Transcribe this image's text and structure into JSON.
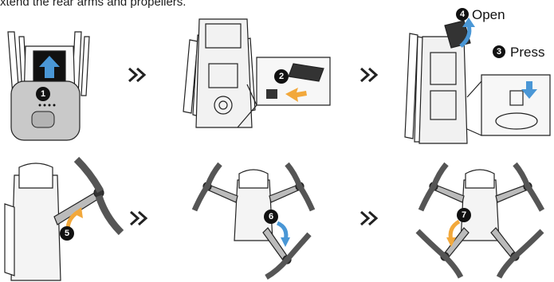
{
  "header": {
    "text": "xtend the rear arms and propellers."
  },
  "steps": {
    "s1": "1",
    "s2": "2",
    "s3": "3",
    "s4": "4",
    "s5": "5",
    "s6": "6",
    "s7": "7"
  },
  "callouts": {
    "open": "Open",
    "press": "Press"
  },
  "colors": {
    "arrow_blue": "#4a97d6",
    "arrow_orange": "#f2a83b",
    "line": "#222222",
    "body_gray": "#c9c9c9"
  },
  "icons": {
    "separator": "double-chevron-right-icon"
  }
}
